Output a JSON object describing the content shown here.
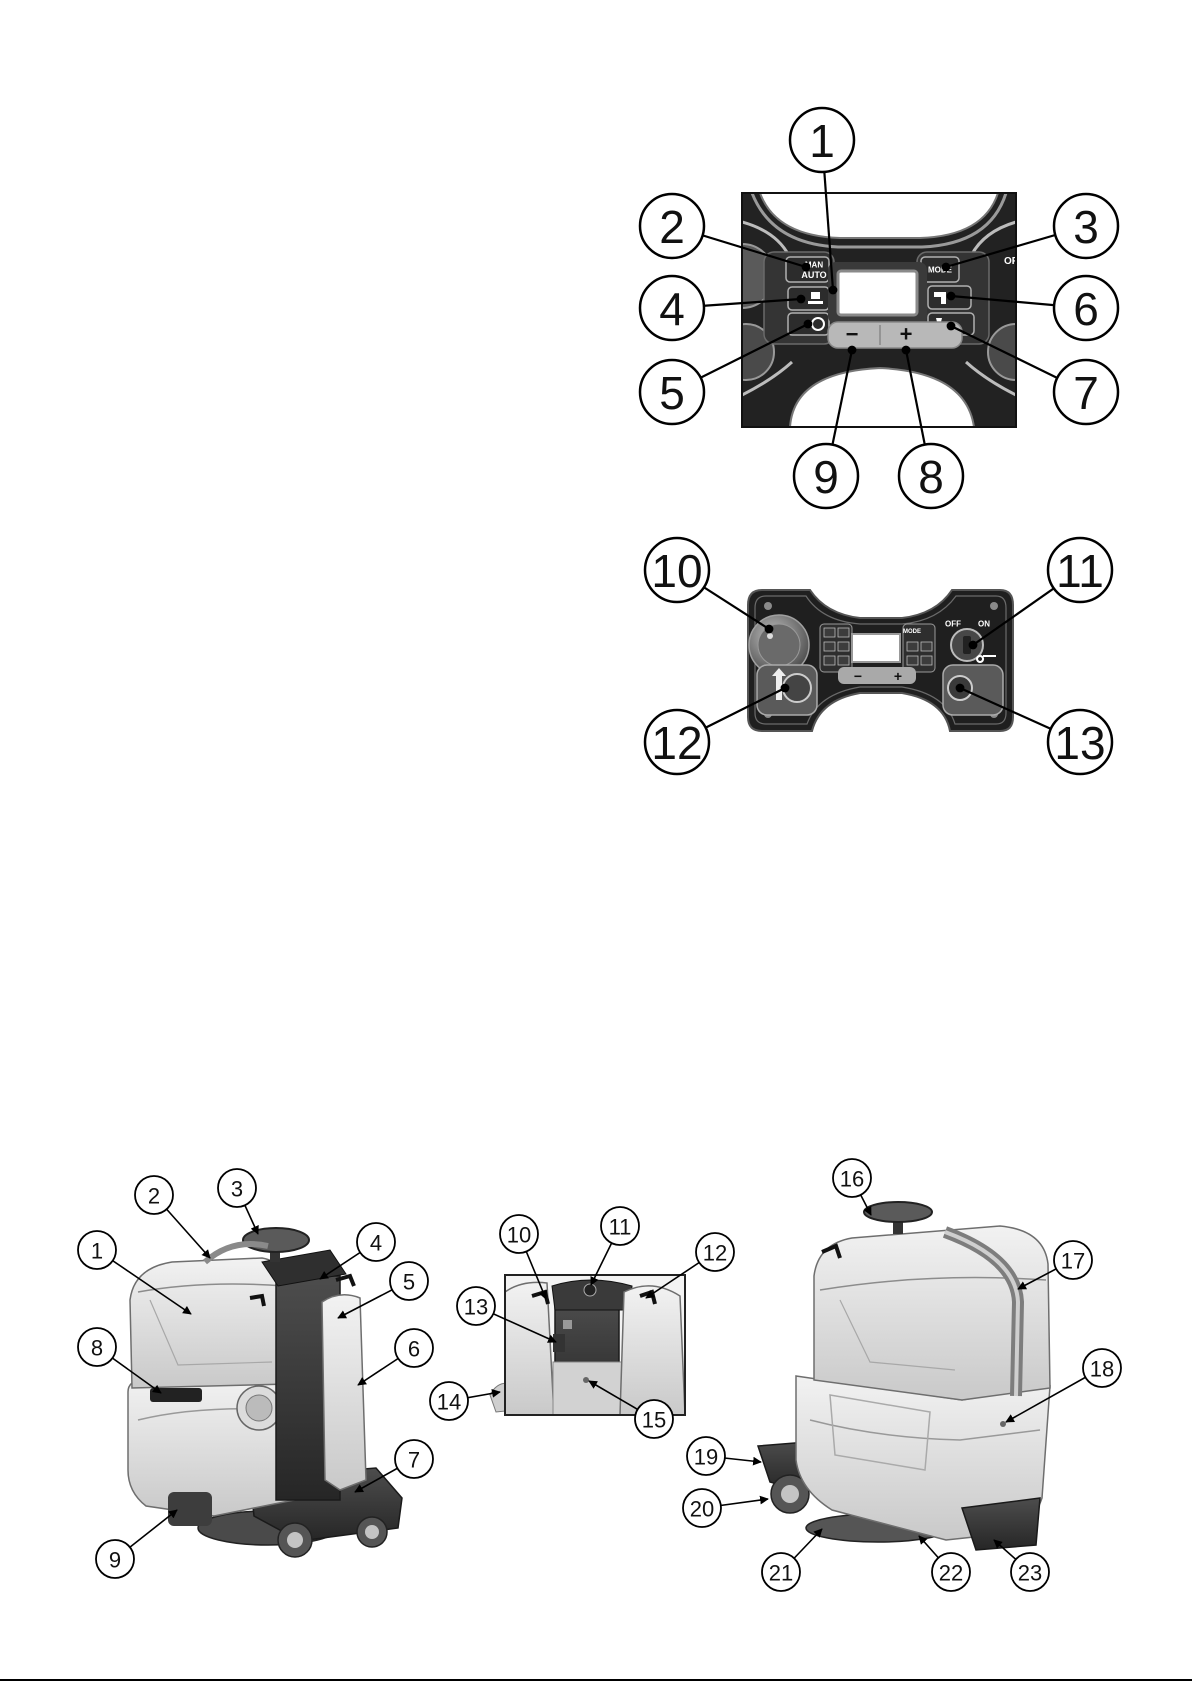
{
  "top_panel": {
    "callouts": [
      "1",
      "2",
      "3",
      "4",
      "5",
      "6",
      "7",
      "8",
      "9"
    ],
    "button_man": "MAN",
    "button_auto": "AUTO",
    "button_mode": "MODE",
    "switch_off": "OFF",
    "minus": "−",
    "plus": "+"
  },
  "lower_panel": {
    "callouts": [
      "10",
      "11",
      "12",
      "13"
    ],
    "key_off": "OFF",
    "key_on": "ON",
    "button_mode": "MODE",
    "minus": "−",
    "plus": "+"
  },
  "machine_front_view": {
    "callouts": [
      "1",
      "2",
      "3",
      "4",
      "5",
      "6",
      "7",
      "8",
      "9"
    ]
  },
  "control_area_inset": {
    "callouts": [
      "10",
      "11",
      "12",
      "13",
      "14",
      "15"
    ]
  },
  "machine_rear_view": {
    "callouts": [
      "16",
      "17",
      "18",
      "19",
      "20",
      "21",
      "22",
      "23"
    ]
  }
}
